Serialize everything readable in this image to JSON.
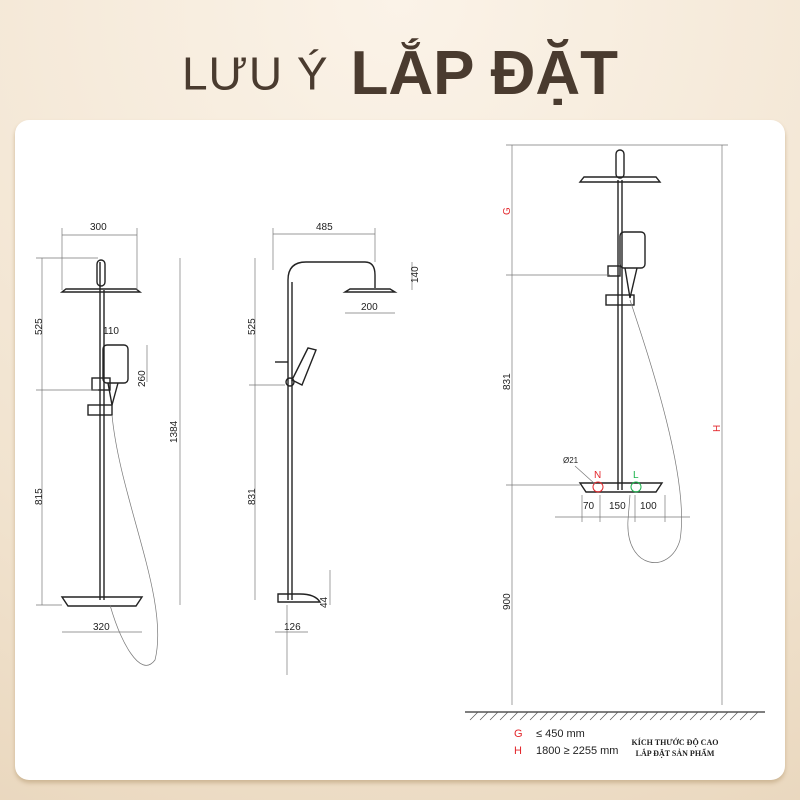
{
  "title": {
    "normal": "LƯU Ý",
    "bold": "LẮP ĐẶT"
  },
  "front": {
    "w_head": "300",
    "h_top": "525",
    "h_bottom": "815",
    "hand_w": "110",
    "hand_h": "260",
    "total": "1384",
    "shelf_w": "320"
  },
  "side": {
    "arm": "485",
    "drop": "140",
    "head_w": "200",
    "h_top": "525",
    "h_bottom": "831",
    "shelf_h": "44",
    "shelf_d": "126"
  },
  "install": {
    "g": "G",
    "mid": "831",
    "floor": "900",
    "h": "H",
    "dia": "Ø21",
    "n": "N",
    "l": "L",
    "d1": "70",
    "d2": "150",
    "d3": "100"
  },
  "legend": {
    "g_key": "G",
    "g_val": "≤ 450 mm",
    "h_key": "H",
    "h_val": "1800 ≥ 2255 mm",
    "note1": "KÍCH THƯỚC ĐỘ CAO",
    "note2": "LẮP ĐẶT SẢN PHẨM"
  },
  "colors": {
    "red": "#e3262b",
    "green": "#19b34a",
    "title": "#4a3b2f"
  }
}
